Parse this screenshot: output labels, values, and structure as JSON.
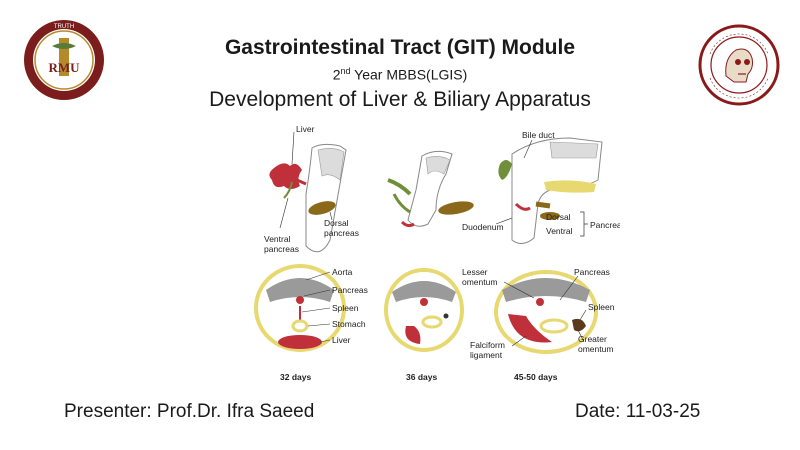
{
  "header": {
    "title": "Gastrointestinal Tract (GIT) Module",
    "subtitle_year": "2",
    "subtitle_sup": "nd",
    "subtitle_rest": " Year MBBS(LGIS)",
    "topic": "Development of Liver & Biliary Apparatus"
  },
  "logo_left": {
    "top_text": "TRUTH",
    "letters": "RMU"
  },
  "logo_right": {
    "text": "DEPARTMENT OF ANATOMY · RAWALPINDI MEDICAL UNIVERSITY"
  },
  "figure": {
    "top_labels": {
      "liver": "Liver",
      "ventral_pancreas_1": "Ventral",
      "ventral_pancreas_2": "pancreas",
      "dorsal_pancreas_1": "Dorsal",
      "dorsal_pancreas_2": "pancreas",
      "bile_duct": "Bile duct",
      "duodenum": "Duodenum",
      "dorsal": "Dorsal",
      "ventral": "Ventral",
      "pancreas": "Pancreas"
    },
    "bottom_labels": {
      "aorta": "Aorta",
      "pancreas": "Pancreas",
      "spleen": "Spleen",
      "stomach": "Stomach",
      "liver": "Liver",
      "lesser_omentum_1": "Lesser",
      "lesser_omentum_2": "omentum",
      "pancreas_r": "Pancreas",
      "spleen_r": "Spleen",
      "falciform_1": "Falciform",
      "falciform_2": "ligament",
      "greater_omentum_1": "Greater",
      "greater_omentum_2": "omentum"
    },
    "stages": [
      "32 days",
      "36 days",
      "45-50 days"
    ]
  },
  "footer": {
    "presenter": "Presenter: Prof.Dr. Ifra Saeed",
    "date": "Date: 11-03-25"
  },
  "colors": {
    "liver": "#c0303a",
    "pancreas": "#8a6a1a",
    "yellow": "#e8d870",
    "gray": "#8a8a8a"
  }
}
